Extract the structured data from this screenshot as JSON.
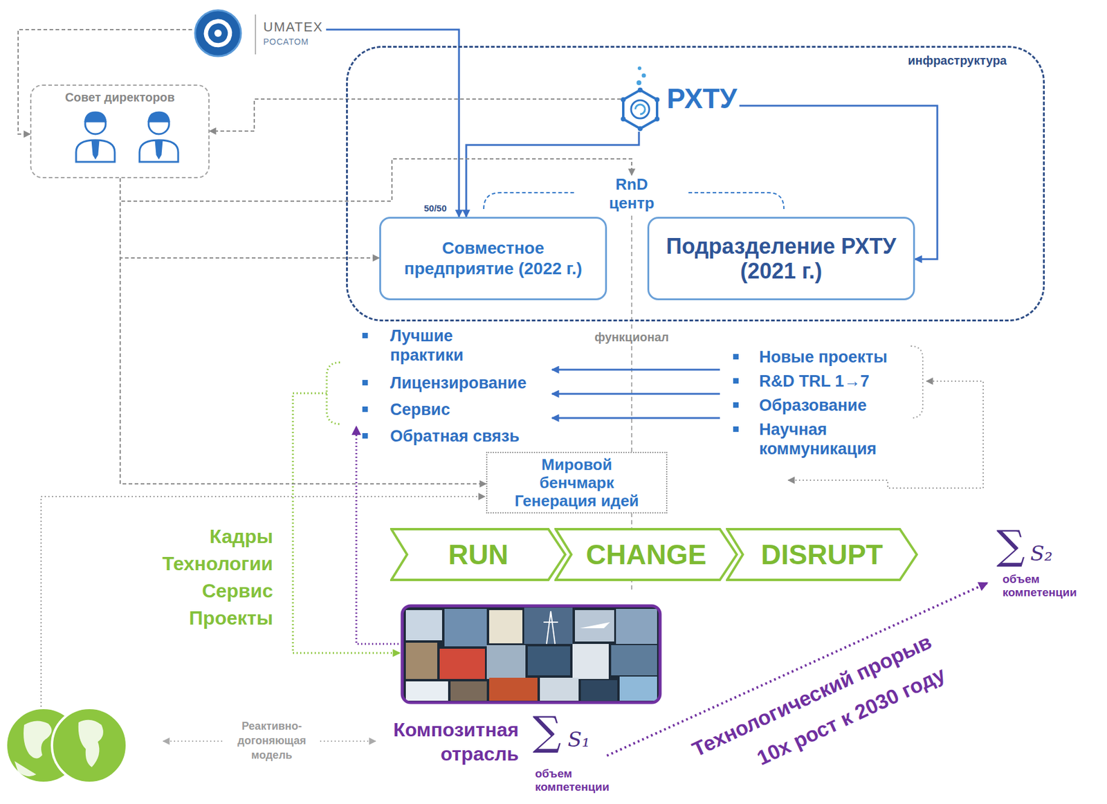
{
  "diagram": {
    "nodes": [
      {
        "text": [
          "UMATEX",
          "РОСАТОМ"
        ]
      },
      {
        "text": [
          "Совет директоров"
        ]
      },
      {
        "text": [
          "инфраструктура"
        ]
      },
      {
        "text": [
          "РХТУ"
        ],
        "in": 2
      },
      {
        "text": [
          "RnD центр"
        ],
        "in": 2
      },
      {
        "text": [
          "Совместное предприятие (2022 г.)"
        ],
        "in": 2
      },
      {
        "text": [
          "Подразделение РХТУ (2021 г.)"
        ],
        "in": 2
      },
      {
        "text": [
          "Мировой бенчмарк Генерация идей"
        ]
      },
      {
        "text": [
          "RUN"
        ]
      },
      {
        "text": [
          "CHANGE"
        ]
      },
      {
        "text": [
          "DISRUPT"
        ]
      }
    ],
    "edges": [
      {
        "from": 0,
        "to": 5,
        "arrow": "to"
      },
      {
        "from": 0,
        "to": 1,
        "arrow": "to"
      },
      {
        "from": 3,
        "to": 1,
        "arrow": "to"
      },
      {
        "from": 3,
        "to": 5,
        "arrow": "to"
      },
      {
        "from": 3,
        "to": 6,
        "arrow": "to"
      },
      {
        "from": 1,
        "to": 4,
        "arrow": "to"
      },
      {
        "from": 1,
        "to": 5,
        "arrow": "to"
      },
      {
        "from": 1,
        "to": 7,
        "arrow": "to"
      }
    ],
    "labels": [
      "50/50",
      "функционал",
      "Лучшие практики",
      "Лицензирование",
      "Сервис",
      "Обратная связь",
      "Новые проекты",
      "R&D TRL 1→7",
      "Образование",
      "Научная коммуникация",
      "Кадры Технологии Сервис Проекты",
      "Реактивно-догоняющая модель",
      "Композитная отрасль",
      "∑",
      "S₁",
      "объем компетенции",
      "∑",
      "S₂",
      "объем компетенции",
      "Технологический прорыв",
      "10х рост к 2030 году"
    ]
  }
}
